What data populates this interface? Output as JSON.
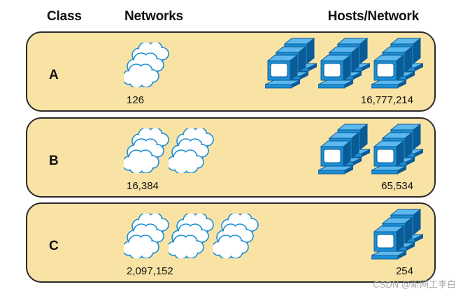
{
  "headers": {
    "class": "Class",
    "networks": "Networks",
    "hosts": "Hosts/Network"
  },
  "rows": [
    {
      "class": "A",
      "networks": "126",
      "hosts": "16,777,214",
      "cloud_stacks": 1,
      "pc_stacks": 3
    },
    {
      "class": "B",
      "networks": "16,384",
      "hosts": "65,534",
      "cloud_stacks": 2,
      "pc_stacks": 2
    },
    {
      "class": "C",
      "networks": "2,097,152",
      "hosts": "254",
      "cloud_stacks": 3,
      "pc_stacks": 1
    }
  ],
  "watermark": "CSDN @新网工李白",
  "colors": {
    "row_fill": "#f8e3a5",
    "icon_blue": "#1c8fd6",
    "icon_dark": "#0a5b96"
  },
  "icons": {
    "network": "cloud-stack-icon",
    "host": "computer-stack-icon"
  }
}
